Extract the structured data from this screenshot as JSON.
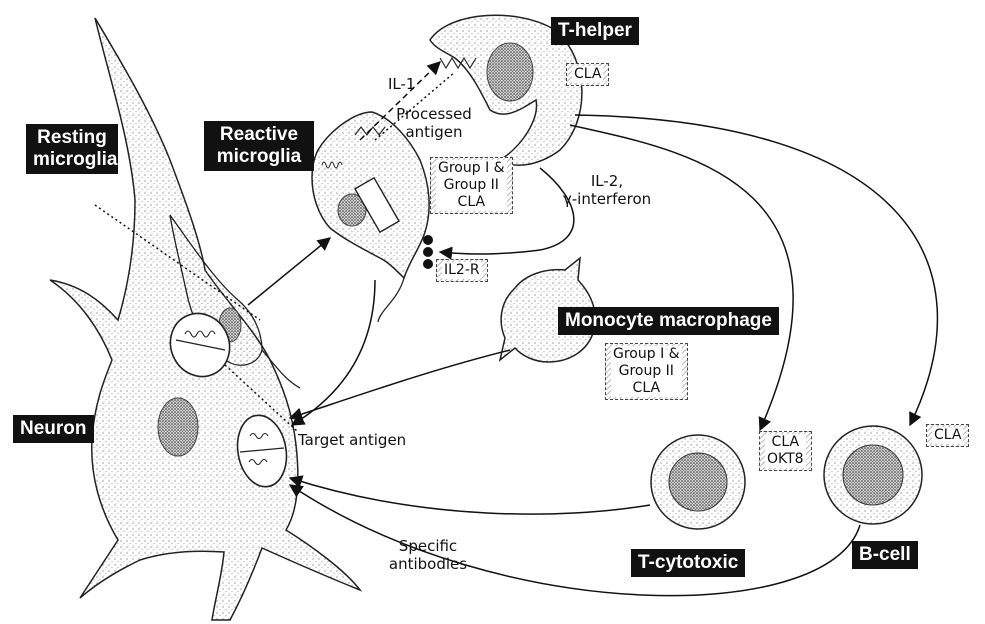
{
  "labels": {
    "t_helper": "T-helper",
    "resting_microglia_line1": "Resting",
    "resting_microglia_line2": "microglia",
    "reactive_microglia_line1": "Reactive",
    "reactive_microglia_line2": "microglia",
    "monocyte_macrophage": "Monocyte macrophage",
    "neuron": "Neuron",
    "t_cytotoxic": "T-cytotoxic",
    "b_cell": "B-cell"
  },
  "annotations": {
    "il1": "IL-1",
    "processed_antigen_line1": "Processed",
    "processed_antigen_line2": "antigen",
    "il2_line1": "IL-2,",
    "il2_line2": "γ-interferon",
    "target_antigen": "Target antigen",
    "specific_antibodies_line1": "Specific",
    "specific_antibodies_line2": "antibodies"
  },
  "markers": {
    "t_helper_cla": "CLA",
    "microglia_group_line1": "Group I &",
    "microglia_group_line2": "Group II",
    "microglia_cla": "CLA",
    "il2r": "IL2-R",
    "macrophage_group_line1": "Group I &",
    "macrophage_group_line2": "Group II",
    "macrophage_cla": "CLA",
    "t_cytotoxic_cla": "CLA",
    "t_cytotoxic_okt8": "OKT8",
    "b_cell_cla": "CLA"
  },
  "colors": {
    "label_bg": "#111111",
    "label_text": "#ffffff",
    "line": "#111111",
    "stipple": "#555555"
  }
}
